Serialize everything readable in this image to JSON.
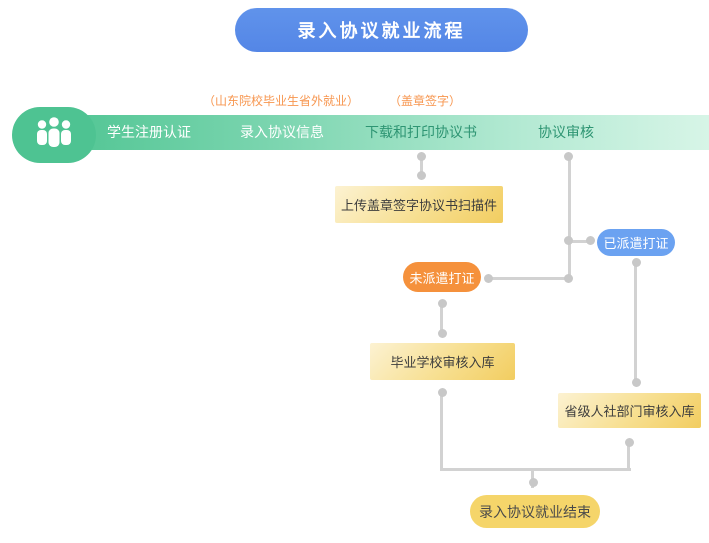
{
  "header": {
    "title": "录入协议就业流程"
  },
  "process_bar": {
    "steps": [
      {
        "label": "学生注册认证",
        "note": ""
      },
      {
        "label": "录入协议信息",
        "note": "（山东院校毕业生省外就业）"
      },
      {
        "label": "下载和打印协议书",
        "note": "（盖章签字）"
      },
      {
        "label": "协议审核",
        "note": ""
      }
    ]
  },
  "flow_nodes": {
    "upload_scan_label": "上传盖章签字协议书扫描件",
    "not_dispatched_label": "未派遣打证",
    "dispatched_label": "已派遣打证",
    "school_review_label": "毕业学校审核入库",
    "provincial_review_label": "省级人社部门审核入库",
    "end_label": "录入协议就业结束"
  },
  "colors": {
    "banner_blue": "#5A8CE8",
    "bar_green": "#50C593",
    "bar_green_light": "#D7F5E7",
    "step_text_green": "#2E9573",
    "note_orange": "#F7964F",
    "box_yellow_light": "#FCF2D2",
    "box_yellow_dark": "#F2CD60",
    "pill_orange": "#F5913C",
    "pill_blue": "#6BA2F1",
    "pill_yellow": "#F5D56A",
    "connector_gray": "#D2D2D2"
  }
}
